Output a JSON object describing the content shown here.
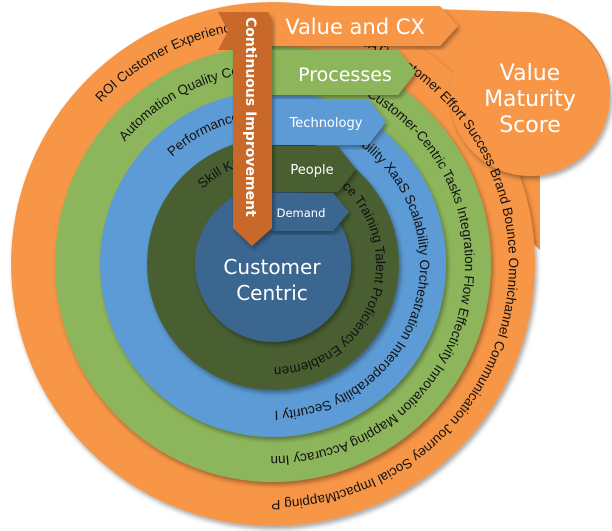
{
  "title": "Value Maturity Model",
  "colors": {
    "orange": "#F79646",
    "green": "#8DB65C",
    "blue": "#5B9BD5",
    "dark_green": "#4A5E33",
    "steel_blue": "#3B6690",
    "arrow_orange": "#C8692B",
    "ring_text": "#111111",
    "label_text": "#FFFFFF"
  },
  "score_bubble": {
    "lines": [
      "Value",
      "Maturity",
      "Score"
    ]
  },
  "continuous_improvement": {
    "label": "Continuous Improvement"
  },
  "center": {
    "lines": [
      "Customer",
      "Centric"
    ]
  },
  "layers": [
    {
      "id": "value-cx",
      "label": "Value and CX",
      "color_key": "orange",
      "ring_text": "ROI Customer Experience (CX) Satisfaction (CSAT) Customer Effort Success Brand Bounce Omnichannel Communication Journey Social ImpactMapping Personalization Sustainability …"
    },
    {
      "id": "processes",
      "label": "Processes",
      "color_key": "green",
      "ring_text": "Automation Quality Compliance Adaptability Customer-Centric Tasks Integration Flow Effectivity Innovation Mapping Accuracy Innovation Cost Risk CIS …"
    },
    {
      "id": "technology",
      "label": "Technology",
      "color_key": "blue",
      "ring_text": "Performance Availability SLA Flexibility XaaS Scalability Orchestration Interoperability Security ITSM Efficiency Cloud AI/ML …"
    },
    {
      "id": "people",
      "label": "People",
      "color_key": "dark_green",
      "ring_text": "Skill Knowledge Experience Training Talent Proficiency Enablement Agility …"
    },
    {
      "id": "demand",
      "label": "Demand",
      "color_key": "steel_blue",
      "ring_text": ""
    }
  ]
}
